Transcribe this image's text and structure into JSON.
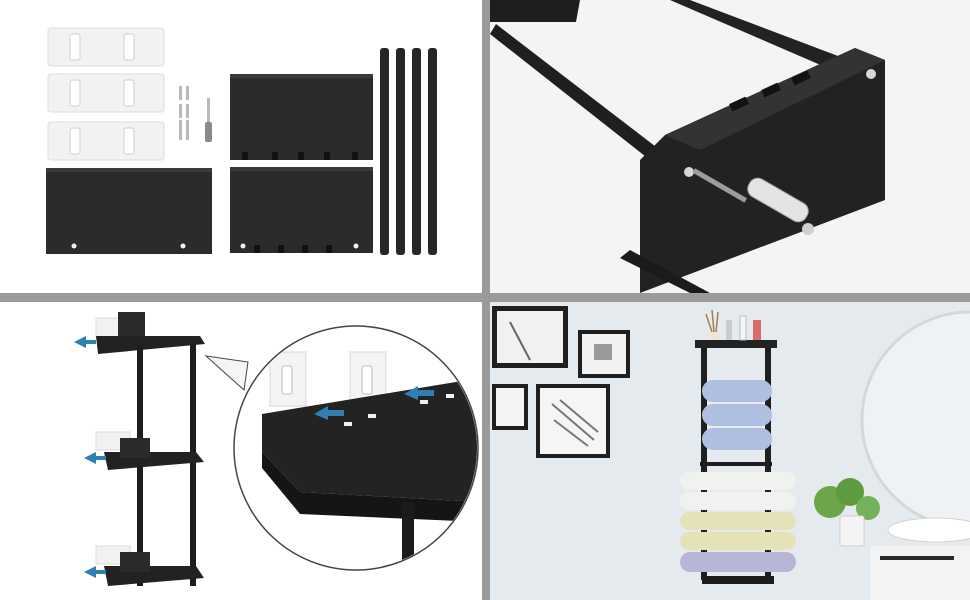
{
  "composite": {
    "panels": [
      {
        "name": "parts-layout",
        "description": ""
      },
      {
        "name": "screw-assembly-closeup",
        "description": ""
      },
      {
        "name": "wall-mount-diagram",
        "description": ""
      },
      {
        "name": "bathroom-scene",
        "description": ""
      }
    ]
  },
  "colors": {
    "metal": "#2a2a2a",
    "metal_dark": "#1b1b1b",
    "arrow": "#2f7fb1",
    "bracket": "#f2f2f2",
    "wall": "#e3e9ee",
    "towel_blue": "#aebfe0",
    "towel_white": "#f1f1ef",
    "towel_yellow": "#e6e2b8",
    "towel_purple": "#b7b6d6"
  }
}
